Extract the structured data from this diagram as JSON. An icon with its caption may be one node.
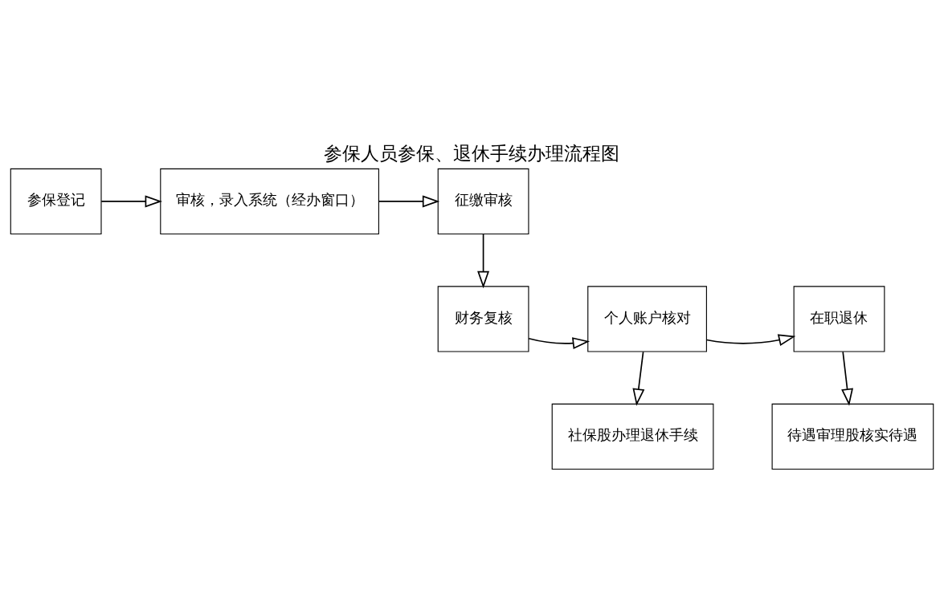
{
  "diagram": {
    "title": "参保人员参保、退休手续办理流程图",
    "nodes": [
      {
        "text": [
          "参保登记"
        ]
      },
      {
        "text": [
          "审核，录入系统（经办窗口）"
        ]
      },
      {
        "text": [
          "征缴审核"
        ]
      },
      {
        "text": [
          "财务复核"
        ]
      },
      {
        "text": [
          "个人账户核对"
        ]
      },
      {
        "text": [
          "在职退休"
        ]
      },
      {
        "text": [
          "待遇审理股核实待遇"
        ]
      },
      {
        "text": [
          "社保股办理退休手续"
        ]
      }
    ],
    "edges": [
      {
        "from": 0,
        "to": 1,
        "arrow": "to"
      },
      {
        "from": 1,
        "to": 2,
        "arrow": "to"
      },
      {
        "from": 2,
        "to": 3,
        "arrow": "to"
      },
      {
        "from": 3,
        "to": 4,
        "arrow": "to"
      },
      {
        "from": 4,
        "to": 5,
        "arrow": "to"
      },
      {
        "from": 5,
        "to": 6,
        "arrow": "to"
      },
      {
        "from": 4,
        "to": 7,
        "arrow": "to"
      }
    ]
  }
}
